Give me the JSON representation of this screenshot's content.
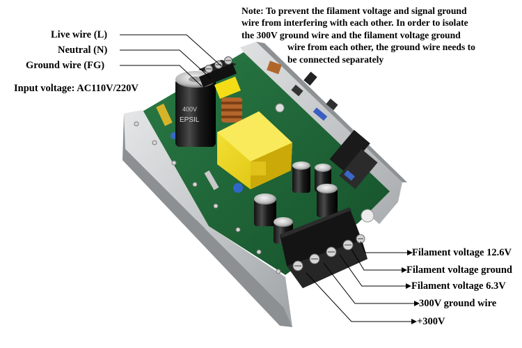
{
  "note": {
    "lines": [
      "Note: To prevent the filament voltage and signal ground",
      "wire from interfering with each other. In order to isolate",
      "the 300V ground wire and the filament voltage ground",
      "wire from each other, the ground wire needs to",
      "be connected separately"
    ]
  },
  "input_labels": {
    "live": "Live wire (L)",
    "neutral": "Neutral (N)",
    "ground": "Ground wire (FG)",
    "input_voltage": "Input voltage: AC110V/220V"
  },
  "output_labels": {
    "fil_12v": "Filament voltage 12.6V",
    "fil_ground": "Filament voltage ground",
    "fil_6v": "Filament voltage 6.3V",
    "hv_ground": "300V ground wire",
    "hv_plus": "+300V"
  },
  "component_marks": {
    "cap_brand": "EPSIL",
    "cap_rating": "400V"
  },
  "colors": {
    "pcb_green": "#1f6b3a",
    "chassis": "#c9cbcc",
    "transformer_yellow": "#f3dc1a",
    "terminal_black": "#151515"
  }
}
